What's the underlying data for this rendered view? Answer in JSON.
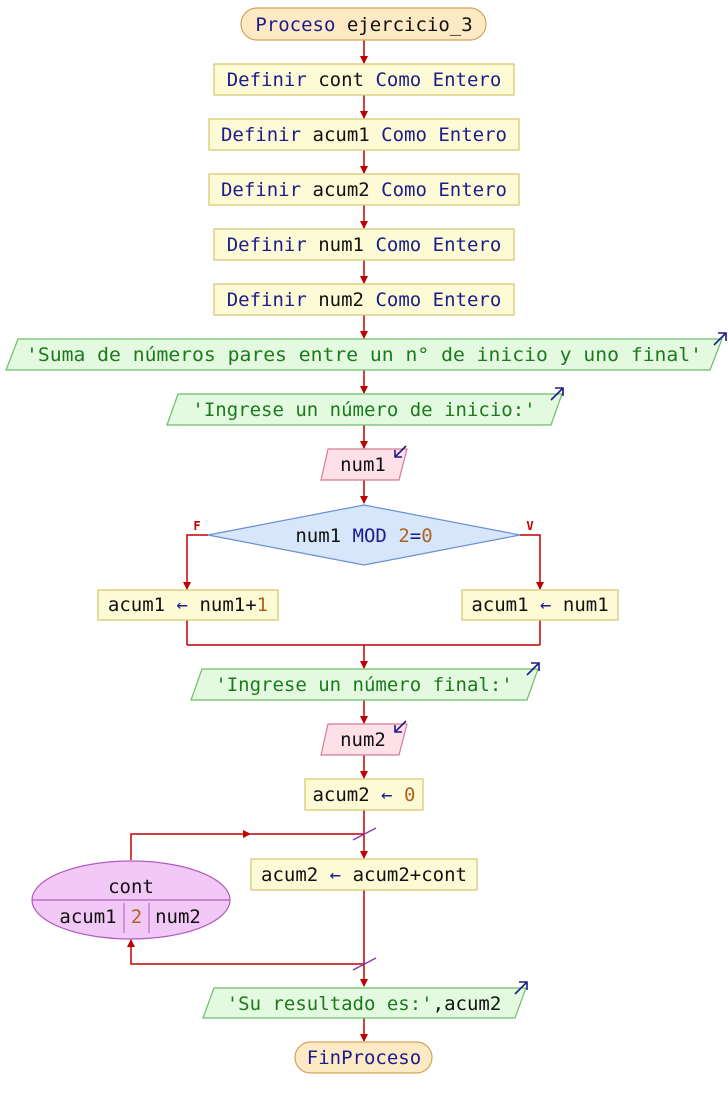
{
  "colors": {
    "arrow": "#c00000",
    "terminal_fill": "#fde9c4",
    "terminal_stroke": "#d4a35a",
    "process_fill": "#fdfbd6",
    "process_stroke": "#d6c66a",
    "output_fill": "#e3f9e0",
    "output_stroke": "#6abf6a",
    "input_fill": "#fde0e8",
    "input_stroke": "#d87a96",
    "decision_fill": "#d7e6fb",
    "decision_stroke": "#6a8fcf",
    "loop_fill": "#f2c8f6",
    "loop_stroke": "#b05cc0",
    "keyword": "#1c1c8c",
    "string": "#1c7a1c",
    "number": "#b0621e",
    "icon": "#1c1c8c"
  },
  "flow": {
    "start": {
      "kw": "Proceso",
      "name": "ejercicio_3"
    },
    "defs": [
      {
        "kw1": "Definir",
        "var": "cont",
        "kw2": "Como Entero"
      },
      {
        "kw1": "Definir",
        "var": "acum1",
        "kw2": "Como Entero"
      },
      {
        "kw1": "Definir",
        "var": "acum2",
        "kw2": "Como Entero"
      },
      {
        "kw1": "Definir",
        "var": "num1",
        "kw2": "Como Entero"
      },
      {
        "kw1": "Definir",
        "var": "num2",
        "kw2": "Como Entero"
      }
    ],
    "out1": "'Suma de números pares entre un n° de inicio y uno final'",
    "out2": "'Ingrese un número de inicio:'",
    "in1": "num1",
    "decision": {
      "var": "num1",
      "op": "MOD",
      "num": "2",
      "eq": "=",
      "zero": "0",
      "false_label": "F",
      "true_label": "V"
    },
    "false_branch": {
      "target": "acum1",
      "arrow": "←",
      "expr": "num1+",
      "num": "1"
    },
    "true_branch": {
      "target": "acum1",
      "arrow": "←",
      "expr": "num1"
    },
    "out3": "'Ingrese un número final:'",
    "in2": "num2",
    "assign": {
      "target": "acum2",
      "arrow": "←",
      "num": "0"
    },
    "loop": {
      "var": "cont",
      "from": "acum1",
      "step": "2",
      "to": "num2"
    },
    "loop_body": {
      "target": "acum2",
      "arrow": "←",
      "expr": "acum2+cont"
    },
    "out4": {
      "str": "'Su resultado es:'",
      "rest": ",acum2"
    },
    "end": "FinProceso"
  }
}
